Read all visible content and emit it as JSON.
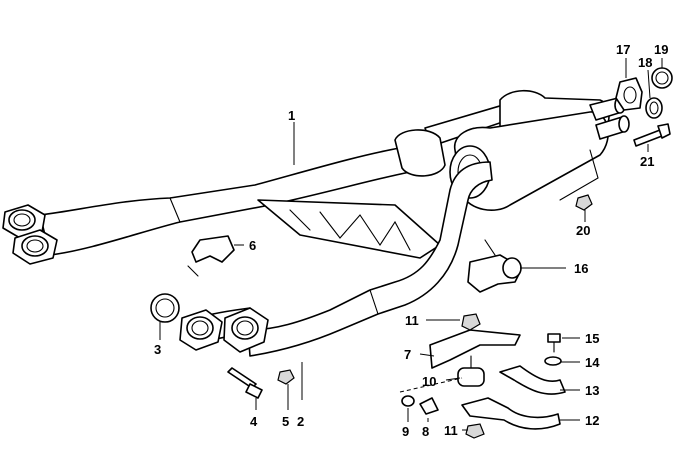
{
  "callouts": [
    "1",
    "2",
    "3",
    "4",
    "5",
    "6",
    "7",
    "8",
    "9",
    "10",
    "11",
    "11",
    "12",
    "13",
    "14",
    "15",
    "16",
    "17",
    "18",
    "19",
    "20",
    "21"
  ]
}
